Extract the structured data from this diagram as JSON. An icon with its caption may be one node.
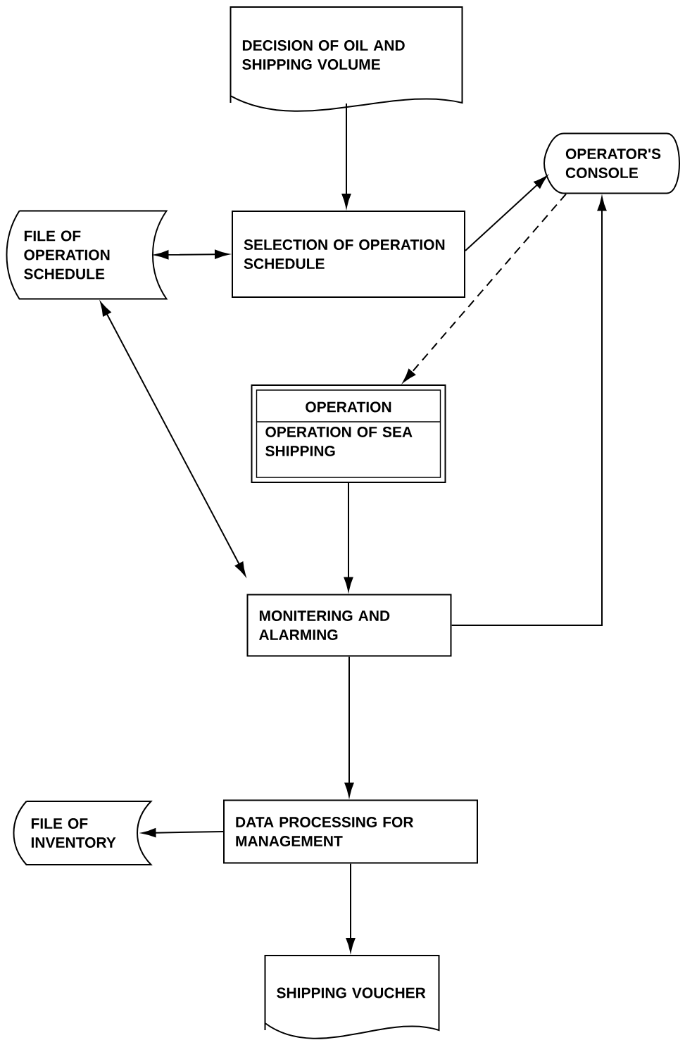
{
  "diagram": {
    "nodes": [
      {
        "text": [
          "DECISION OF OIL AND SHIPPING VOLUME"
        ]
      },
      {
        "text": [
          "FILE OF OPERATION SCHEDULE"
        ]
      },
      {
        "text": [
          "SELECTION OF OPERATION SCHEDULE"
        ]
      },
      {
        "text": [
          "OPERATOR'S CONSOLE"
        ]
      },
      {
        "text": [
          "OPERATION",
          "OPERATION OF SEA SHIPPING"
        ]
      },
      {
        "text": [
          "MONITERING AND ALARMING"
        ]
      },
      {
        "text": [
          "FILE OF INVENTORY"
        ]
      },
      {
        "text": [
          "DATA PROCESSING FOR MANAGEMENT"
        ]
      },
      {
        "text": [
          "SHIPPING VOUCHER"
        ]
      }
    ],
    "edges": [
      {
        "from": 0,
        "to": 2,
        "arrow": "to"
      },
      {
        "from": 2,
        "to": 1,
        "arrow": "both"
      },
      {
        "from": 2,
        "to": 3,
        "arrow": "to"
      },
      {
        "from": 3,
        "to": 4,
        "arrow": "to",
        "style": "dashed"
      },
      {
        "from": 4,
        "to": 5,
        "arrow": "to"
      },
      {
        "from": 5,
        "to": 1,
        "arrow": "both"
      },
      {
        "from": 5,
        "to": 3,
        "arrow": "to"
      },
      {
        "from": 5,
        "to": 7,
        "arrow": "to"
      },
      {
        "from": 7,
        "to": 6,
        "arrow": "to"
      },
      {
        "from": 7,
        "to": 8,
        "arrow": "to"
      }
    ]
  }
}
